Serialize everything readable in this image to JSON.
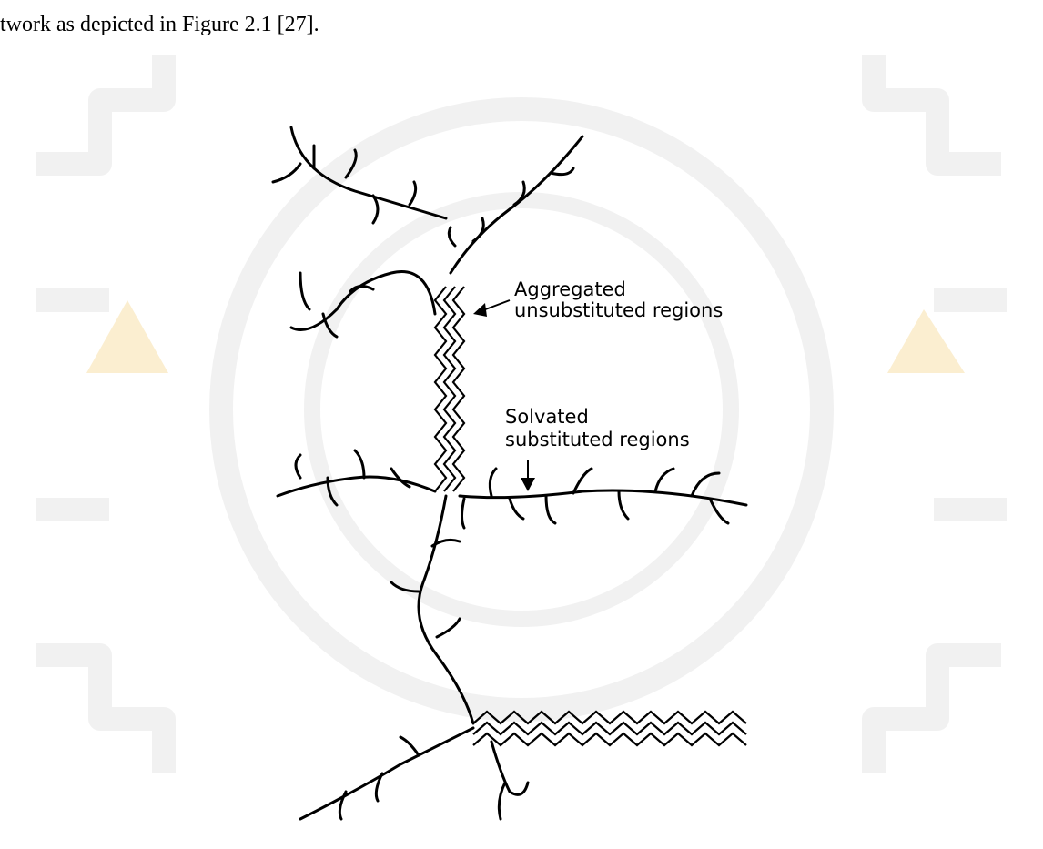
{
  "document": {
    "line_text": "twork as depicted in Figure 2.1 [27]."
  },
  "figure": {
    "labels": {
      "aggregated_line1": "Aggregated",
      "aggregated_line2": "unsubstituted  regions",
      "solvated_line1": "Solvated",
      "solvated_line2": "substituted  regions"
    }
  }
}
